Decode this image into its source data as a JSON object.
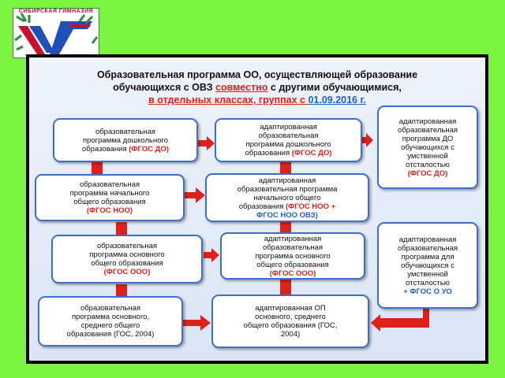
{
  "logo": {
    "caption": "СИБИРСКАЯ ГИМНАЗИЯ"
  },
  "title": {
    "line1": "Образовательная программа ОО, осуществляющей образование",
    "line2_a": "обучающихся с ОВЗ ",
    "line2_b": "совместно",
    "line2_c": " с другими обучающимися,",
    "line3_a": "в отдельных классах, группах с ",
    "line3_b": "01.09.2016 г."
  },
  "boxes": {
    "b1": {
      "lines": [
        "образовательная",
        "программа дошкольного",
        "образования"
      ],
      "tag": "(ФГОС ДО)"
    },
    "b2": {
      "lines": [
        "адаптированная",
        "образовательная",
        "программа дошкольного",
        "образования"
      ],
      "tag": "(ФГОС ДО)"
    },
    "b3": {
      "lines": [
        "адаптированная",
        "образовательная",
        "программа ДО",
        "обучающихся с",
        "умственной",
        "отсталостью"
      ],
      "tag": "(ФГОС ДО)"
    },
    "b4": {
      "lines": [
        "образовательная",
        "программа начального",
        "общего образования"
      ],
      "tag": "(ФГОС НОО)"
    },
    "b5": {
      "lines": [
        "адаптированная",
        "образовательная программа",
        "начального общего"
      ],
      "line_last": "образования ",
      "tag": "(ФГОС НОО +",
      "tag2": "ФГОС НОО ОВЗ)"
    },
    "b6": {
      "lines": [
        "образовательная",
        "программа основного",
        "общего образования"
      ],
      "tag": "(ФГОС ООО)"
    },
    "b7": {
      "lines": [
        "адаптированная",
        "образовательная",
        "программа основного",
        "общего образования"
      ],
      "tag": "(ФГОС ООО)"
    },
    "b8": {
      "lines": [
        "адаптированная",
        "образовательная",
        "программа  для",
        "обучающихся с",
        "умственной",
        "отсталостью"
      ],
      "tag": "+ ФГОС О УО"
    },
    "b9": {
      "lines": [
        "образовательная",
        "программа  основного,",
        "среднего общего",
        "образования (ГОС, 2004)"
      ]
    },
    "b10": {
      "lines": [
        "адаптированная ОП",
        "основного, среднего",
        "общего образования (ГОС,",
        "2004)"
      ]
    }
  },
  "colors": {
    "background": "#7cf542",
    "accent_red": "#e0201a",
    "accent_blue": "#1f5fc6",
    "box_border": "#3d6fc8"
  }
}
